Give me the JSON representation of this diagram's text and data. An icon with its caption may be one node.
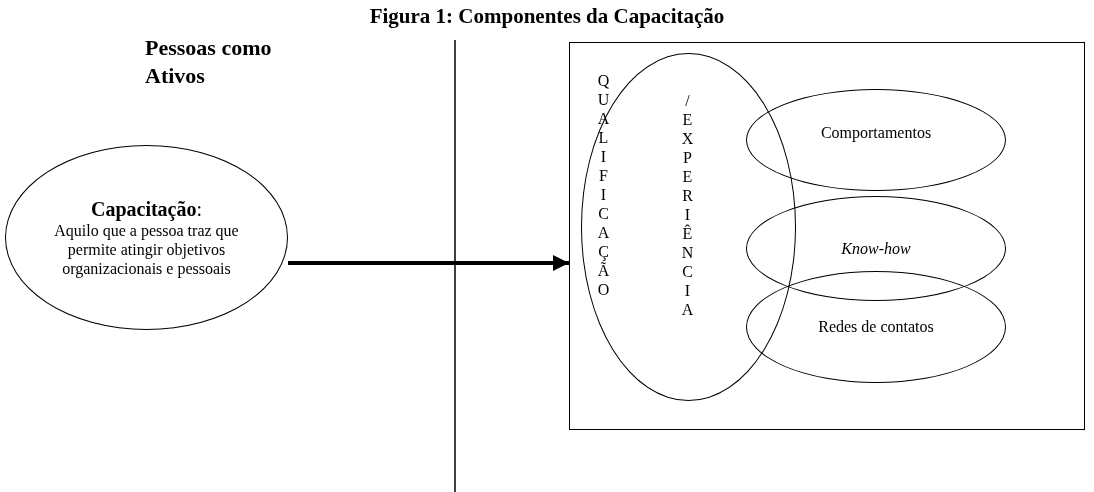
{
  "diagram": {
    "title": "Figura 1: Componentes da Capacitação",
    "nodes": [
      {
        "text": [
          "**Capacitação**:",
          "Aquilo que a pessoa traz que permite atingir objetivos organizacionais e pessoais"
        ]
      },
      {
        "text": [],
        "shape": "box"
      },
      {
        "text": [
          "QUALIFICAÇÃO",
          "/EXPERIÊNCIA"
        ],
        "in": 1
      },
      {
        "text": [
          "Comportamentos"
        ],
        "in": 1
      },
      {
        "text": [
          "Know-how"
        ],
        "in": 1
      },
      {
        "text": [
          "Redes de contatos"
        ],
        "in": 1
      }
    ],
    "edges": [
      {
        "from": 0,
        "to": 1,
        "arrow": "to"
      }
    ],
    "labels": [
      "Pessoas como Ativos"
    ]
  }
}
